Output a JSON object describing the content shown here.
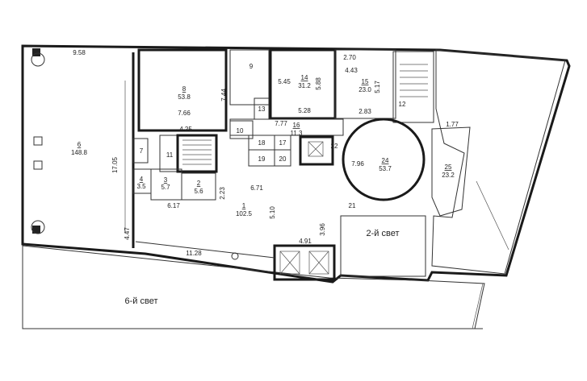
{
  "watermark": "",
  "rooms": [
    {
      "id": "6",
      "area": "148.8"
    },
    {
      "id": "8",
      "area": "53.8"
    },
    {
      "id": "9",
      "area": ""
    },
    {
      "id": "14",
      "area": "31.2"
    },
    {
      "id": "15",
      "area": "23.0"
    },
    {
      "id": "12",
      "area": ""
    },
    {
      "id": "13",
      "area": ""
    },
    {
      "id": "16",
      "area": "11.3"
    },
    {
      "id": "10",
      "area": ""
    },
    {
      "id": "7",
      "area": ""
    },
    {
      "id": "11",
      "area": ""
    },
    {
      "id": "4",
      "area": "3.5"
    },
    {
      "id": "3",
      "area": "5.7"
    },
    {
      "id": "2",
      "area": "5.6"
    },
    {
      "id": "1",
      "area": "102.5"
    },
    {
      "id": "17",
      "area": ""
    },
    {
      "id": "18",
      "area": ""
    },
    {
      "id": "19",
      "area": ""
    },
    {
      "id": "20",
      "area": ""
    },
    {
      "id": "22",
      "area": ""
    },
    {
      "id": "21",
      "area": ""
    },
    {
      "id": "24",
      "area": "53.7"
    },
    {
      "id": "25",
      "area": "23.2"
    }
  ],
  "dimensions": [
    "9.58",
    "7.44",
    "7.66",
    "17.05",
    "4.25",
    "4.47",
    "6.17",
    "2.23",
    "6.71",
    "11.28",
    "5.10",
    "3.96",
    "4.91",
    "5.45",
    "5.88",
    "5.28",
    "2.70",
    "4.43",
    "5.17",
    "2.83",
    "7.77",
    "7.96",
    "1.77"
  ],
  "notes": [
    "2-й свет",
    "6-й свет"
  ]
}
